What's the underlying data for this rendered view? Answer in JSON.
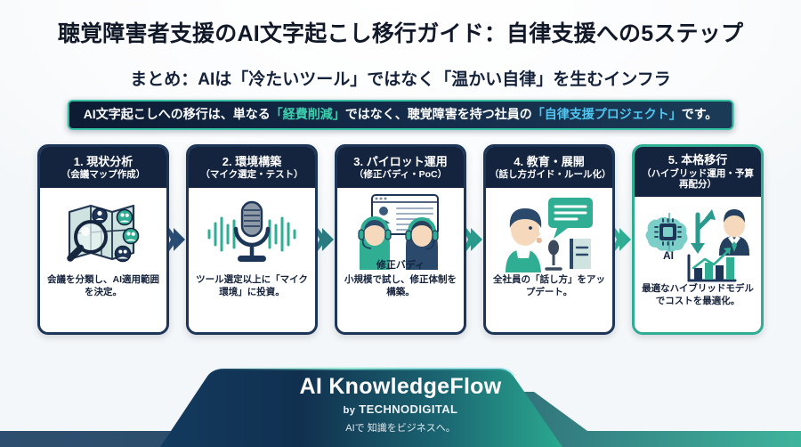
{
  "header": {
    "title": "聴覚障害者支援のAI文字起こし移行ガイド：自律支援への5ステップ",
    "subtitle": "まとめ：AIは「冷たいツール」ではなく「温かい自律」を生むインフラ",
    "banner": {
      "part1": "AI文字起こしへの移行は、単なる",
      "highlight1": "「経費削減」",
      "part2": "ではなく、聴覚障害を持つ社員の",
      "highlight2": "「自律支援プロジェクト」",
      "part3": "です。"
    }
  },
  "colors": {
    "navy": "#14243f",
    "navy_border": "#1d3557",
    "teal": "#2fae94",
    "teal_bright": "#35c2a4",
    "accent_blue": "#52c7f0",
    "text_dark": "#111827",
    "page_bg": "#f6f8fa"
  },
  "steps": [
    {
      "number": "1.",
      "title": "1. 現状分析",
      "subtitle": "（会議マップ作成）",
      "icon": "map-magnifier-icon",
      "desc": "会議を分類し、AI適用範囲を決定。",
      "border": "navy"
    },
    {
      "number": "2.",
      "title": "2. 環境構築",
      "subtitle": "（マイク選定・テスト）",
      "icon": "microphone-waveform-icon",
      "desc": "ツール選定以上に「マイク環境」に投資。",
      "border": "navy"
    },
    {
      "number": "3.",
      "title": "3. パイロット運用",
      "subtitle": "（修正バディ・PoC）",
      "icon": "two-people-headset-icon",
      "icon_caption": "修正バディ",
      "desc": "小規模で試し、修正体制を構築。",
      "border": "navy"
    },
    {
      "number": "4.",
      "title": "4. 教育・展開",
      "subtitle": "（話し方ガイド・ルール化）",
      "icon": "speaker-speechbubble-icon",
      "desc": "全社員の「話し方」をアップデート。",
      "border": "navy"
    },
    {
      "number": "5.",
      "title": "5. 本格移行",
      "subtitle": "（ハイブリッド運用・予算再配分）",
      "icon": "ai-brain-person-chart-icon",
      "icon_caption": "AI",
      "desc": "最適なハイブリッドモデルでコストを最適化。",
      "border": "teal"
    }
  ],
  "arrows": [
    {
      "name": "arrow-step1-to-step2",
      "color": "#274b73"
    },
    {
      "name": "arrow-step2-to-step3",
      "color": "#2a7a82"
    },
    {
      "name": "arrow-step3-to-step4",
      "color": "#2a9a8c"
    },
    {
      "name": "arrow-step4-to-step5",
      "color": "#2fae94"
    }
  ],
  "footer": {
    "brand": "AI KnowledgeFlow",
    "by_label": "by",
    "company": "TECHNODIGITAL",
    "tagline": "AIで 知識をビジネスへ。"
  }
}
